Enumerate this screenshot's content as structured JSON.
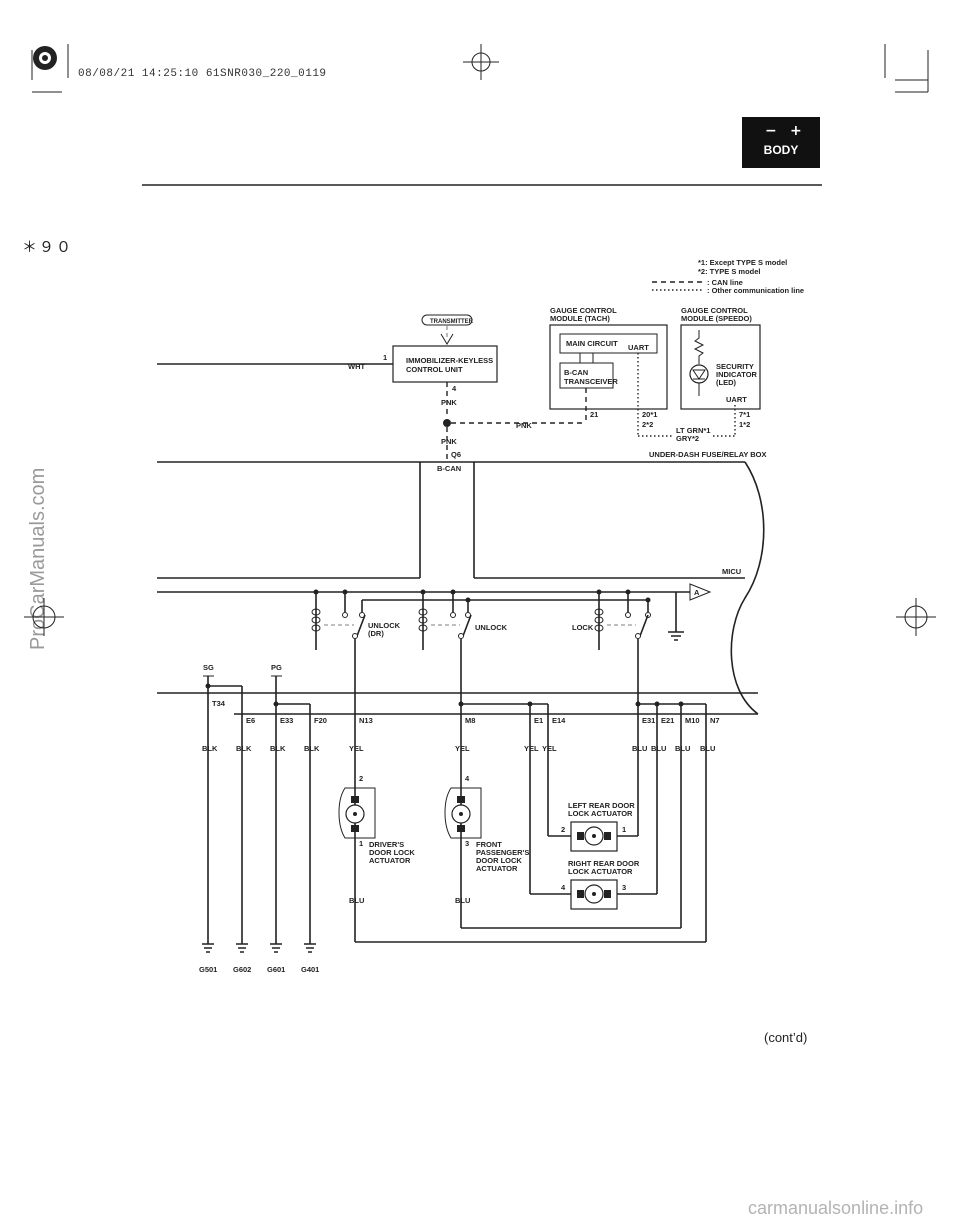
{
  "header": {
    "stamp": "08/08/21 14:25:10 61SNR030_220_0119",
    "page_marker": "＊９０",
    "section_badge": "BODY",
    "battery_minus": "−",
    "battery_plus": "+",
    "contd": "(cont’d)"
  },
  "watermarks": {
    "side": "ProCarManuals.com",
    "footer": "carmanualsonline.info"
  },
  "legend": {
    "note1": "*1: Except TYPE S model",
    "note2": "*2: TYPE S model",
    "can_line": ": CAN line",
    "other_line": ": Other communication line"
  },
  "components": {
    "transmitter": "TRANSMITTER",
    "immobilizer": [
      "IMMOBILIZER-KEYLESS",
      "CONTROL UNIT"
    ],
    "gauge_tach": [
      "GAUGE CONTROL",
      "MODULE (TACH)"
    ],
    "main_circuit": "MAIN CIRCUIT",
    "uart_tach": "UART",
    "bcan_transceiver": [
      "B-CAN",
      "TRANSCEIVER"
    ],
    "gauge_speedo": [
      "GAUGE CONTROL",
      "MODULE (SPEEDO)"
    ],
    "security_indicator": [
      "SECURITY",
      "INDICATOR",
      "(LED)"
    ],
    "uart_speedo": "UART",
    "fuse_box": "UNDER-DASH FUSE/RELAY BOX",
    "micu": "MICU",
    "connector_a": "A",
    "bcan": "B-CAN",
    "relay_unlock_dr": [
      "UNLOCK",
      "(DR)"
    ],
    "relay_unlock": "UNLOCK",
    "relay_lock": "LOCK",
    "sg": "SG",
    "pg": "PG",
    "t34": "T34",
    "drivers_actuator": [
      "DRIVER'S",
      "DOOR LOCK",
      "ACTUATOR"
    ],
    "front_pass_actuator": [
      "FRONT",
      "PASSENGER'S",
      "DOOR LOCK",
      "ACTUATOR"
    ],
    "left_rear_actuator": [
      "LEFT REAR DOOR",
      "LOCK ACTUATOR"
    ],
    "right_rear_actuator": [
      "RIGHT REAR DOOR",
      "LOCK ACTUATOR"
    ]
  },
  "wire_labels": {
    "wht": "WHT",
    "pnk_a": "PNK",
    "pnk_b": "PNK",
    "pnk_c": "PNK",
    "ltgrn": "LT GRN*1",
    "gry": "GRY*2",
    "drv_blu": "BLU",
    "fp_blu": "BLU"
  },
  "pins": {
    "imm_1": "1",
    "imm_4": "4",
    "q6": "Q6",
    "tach_21": "21",
    "tach_20_1": "20*1",
    "tach_2_2": "2*2",
    "speedo_7_1": "7*1",
    "speedo_1_2": "1*2",
    "drv_2": "2",
    "drv_1": "1",
    "fp_4": "4",
    "fp_3": "3",
    "lr_2": "2",
    "lr_1": "1",
    "rr_4": "4",
    "rr_3": "3"
  },
  "terminals": [
    {
      "label": "E6",
      "wire": "BLK"
    },
    {
      "label": "E33",
      "wire": "BLK"
    },
    {
      "label": "F20",
      "wire": "BLK"
    },
    {
      "label": "N13",
      "wire": "YEL"
    },
    {
      "label": "M8",
      "wire": "YEL"
    },
    {
      "label": "E1",
      "wire": "YEL"
    },
    {
      "label": "E14",
      "wire": "YEL"
    },
    {
      "label": "E31",
      "wire": "BLU"
    },
    {
      "label": "E21",
      "wire": "BLU"
    },
    {
      "label": "M10",
      "wire": "BLU"
    },
    {
      "label": "N7",
      "wire": "BLU"
    }
  ],
  "sg_wire": "BLK",
  "grounds": [
    "G501",
    "G602",
    "G601",
    "G401"
  ]
}
